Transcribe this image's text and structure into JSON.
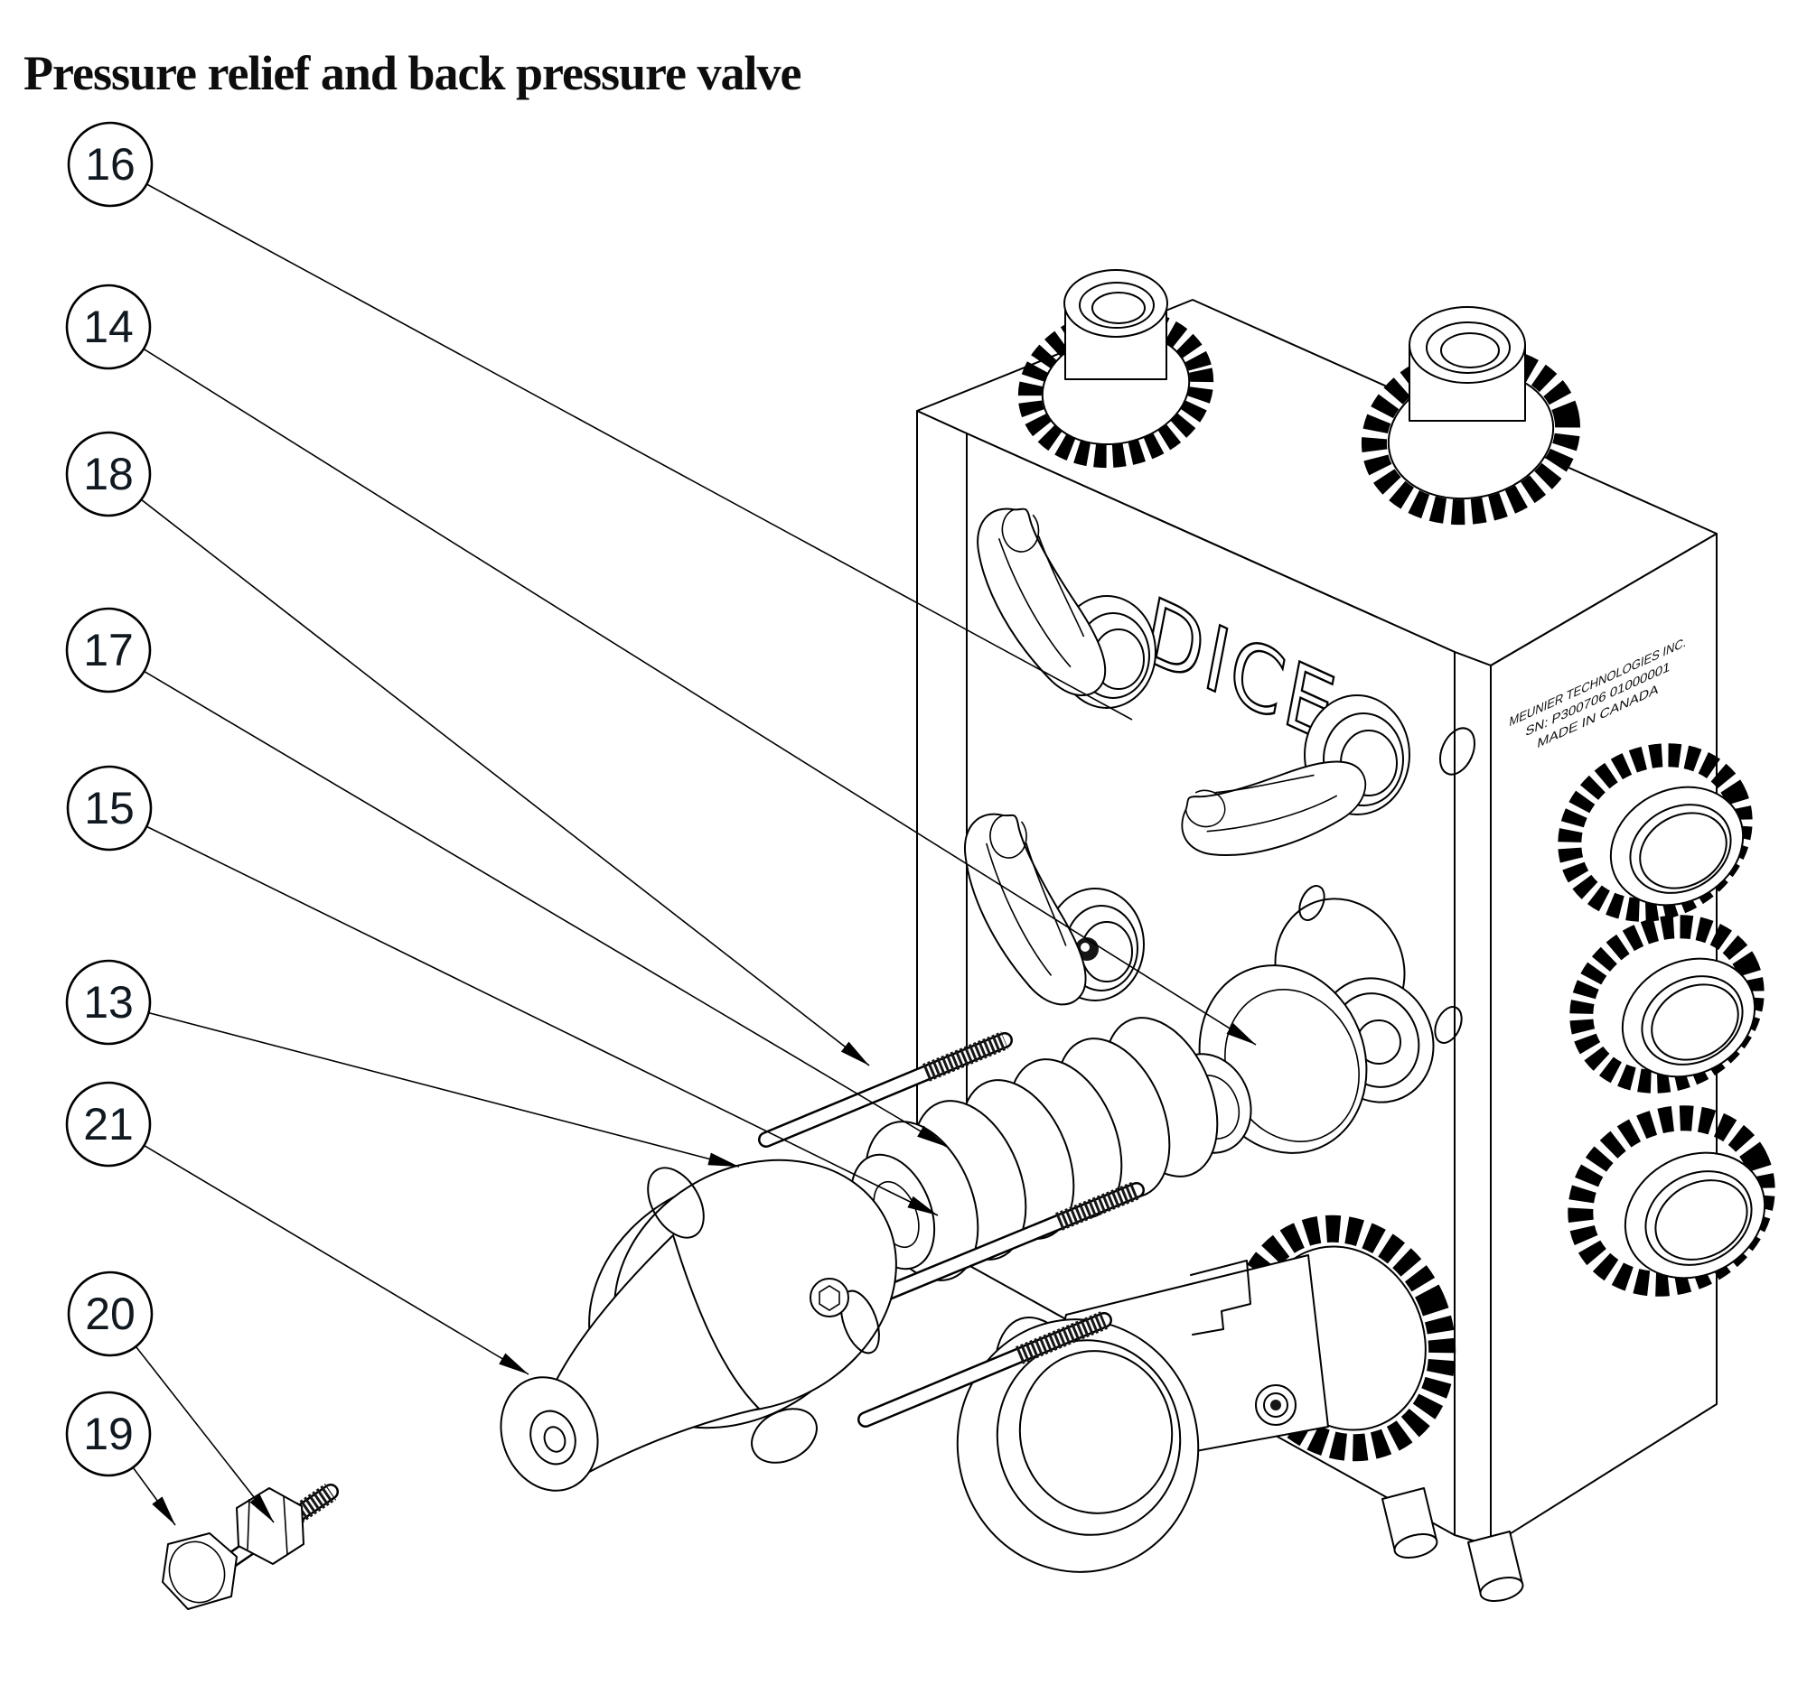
{
  "title": "Pressure relief and back pressure valve",
  "drawing": {
    "brand": "DICE",
    "nameplate": {
      "line1": "MEUNIER TECHNOLOGIES INC.",
      "line2": "SN: P300706 01000001",
      "line3": "MADE IN CANADA"
    },
    "callouts": [
      {
        "label": "16"
      },
      {
        "label": "14"
      },
      {
        "label": "18"
      },
      {
        "label": "17"
      },
      {
        "label": "15"
      },
      {
        "label": "13"
      },
      {
        "label": "21"
      },
      {
        "label": "20"
      },
      {
        "label": "19"
      }
    ],
    "colors": {
      "line": "#000000",
      "background": "#ffffff",
      "thread_fill": "#161616"
    }
  }
}
